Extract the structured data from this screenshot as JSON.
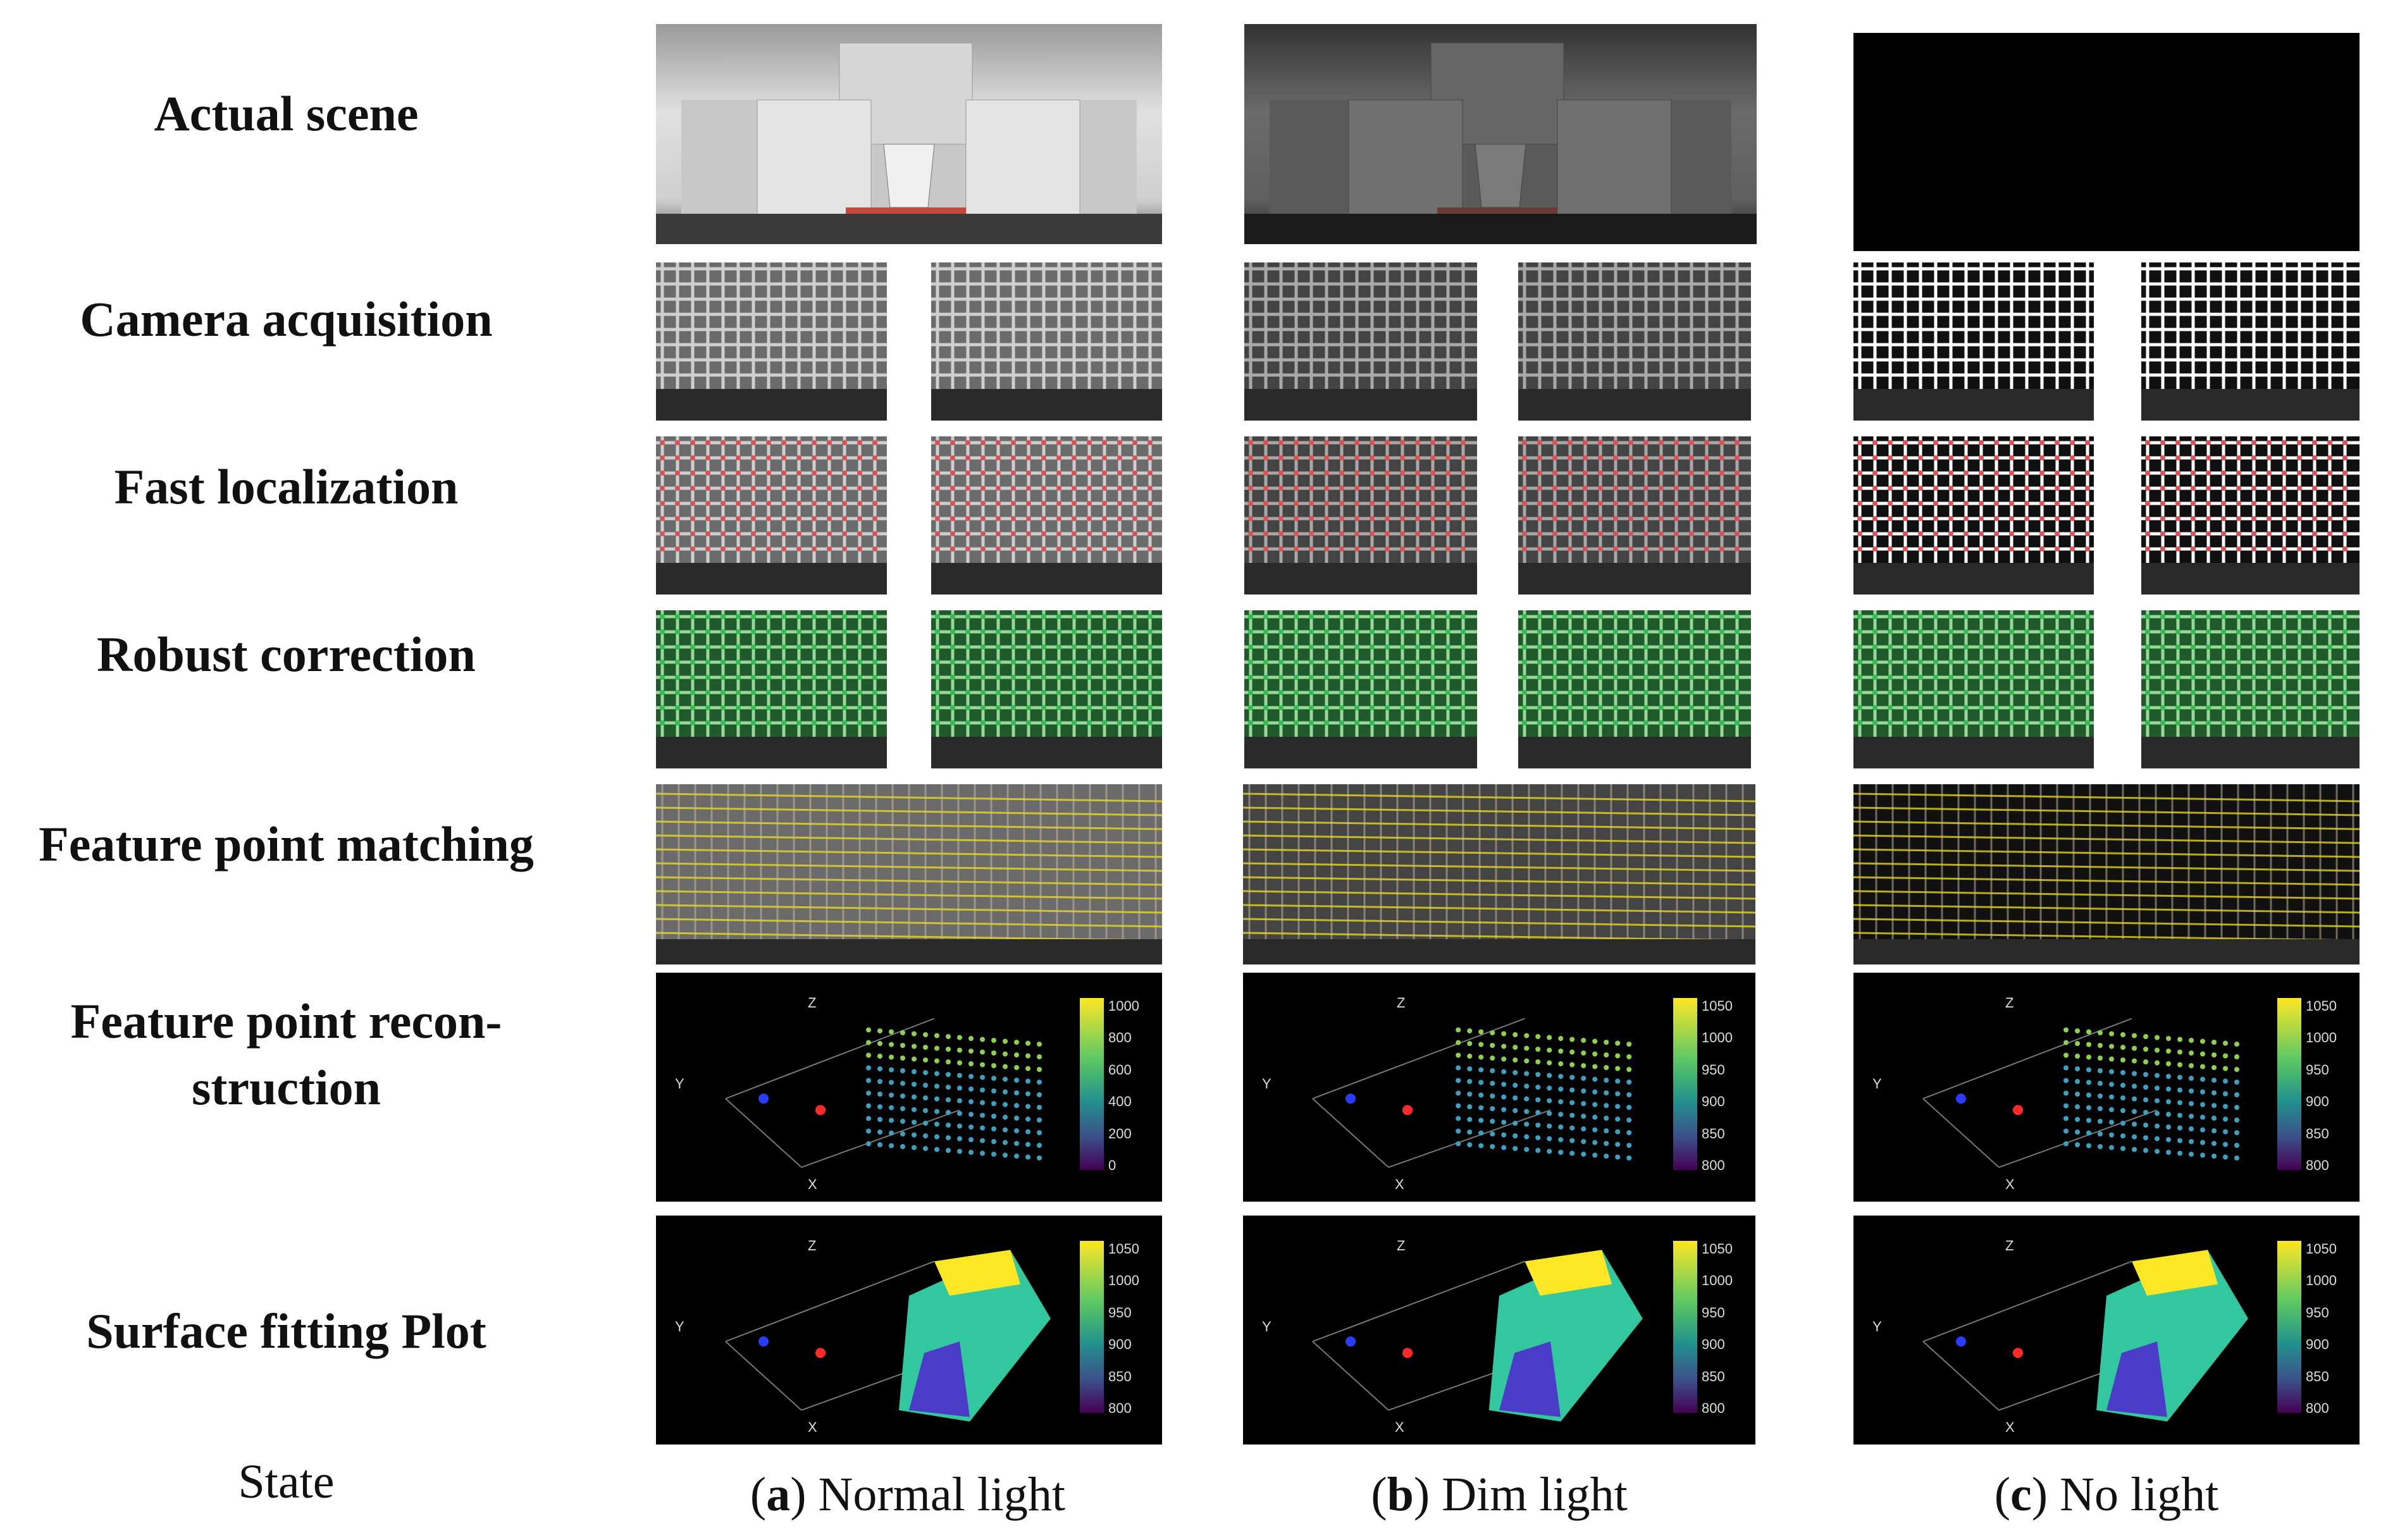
{
  "rows": [
    {
      "label": "Actual scene"
    },
    {
      "label": "Camera acquisition"
    },
    {
      "label": "Fast localization"
    },
    {
      "label": "Robust correction"
    },
    {
      "label": "Feature point matching"
    },
    {
      "label_line1": "Feature point recon-",
      "label_line2": "struction"
    },
    {
      "label": "Surface fitting Plot"
    }
  ],
  "state_label": "State",
  "columns": [
    {
      "letter": "a",
      "open": "(",
      "close": ")",
      "text": " Normal light"
    },
    {
      "letter": "b",
      "open": "(",
      "close": ")",
      "text": " Dim light"
    },
    {
      "letter": "c",
      "open": "(",
      "close": ")",
      "text": " No light"
    }
  ],
  "plot_axis_labels": {
    "x": "X",
    "y": "Y",
    "z": "Z"
  },
  "reconstruction_colorbars": [
    {
      "ticks": [
        "1000",
        "800",
        "600",
        "400",
        "200",
        "0"
      ]
    },
    {
      "ticks": [
        "1050",
        "1000",
        "950",
        "900",
        "850",
        "800"
      ]
    },
    {
      "ticks": [
        "1050",
        "1000",
        "950",
        "900",
        "850",
        "800"
      ]
    }
  ],
  "surface_colorbars": [
    {
      "ticks": [
        "1050",
        "1000",
        "950",
        "900",
        "850",
        "800"
      ]
    },
    {
      "ticks": [
        "1050",
        "1000",
        "950",
        "900",
        "850",
        "800"
      ]
    },
    {
      "ticks": [
        "1050",
        "1000",
        "950",
        "900",
        "850",
        "800"
      ]
    }
  ],
  "colors": {
    "localization_marks": "#e05050",
    "correction_marks": "#2fbf4f",
    "matching_lines": "#f2e21a",
    "pt_red": "#ff2a2a",
    "pt_blue": "#2a3cff"
  }
}
